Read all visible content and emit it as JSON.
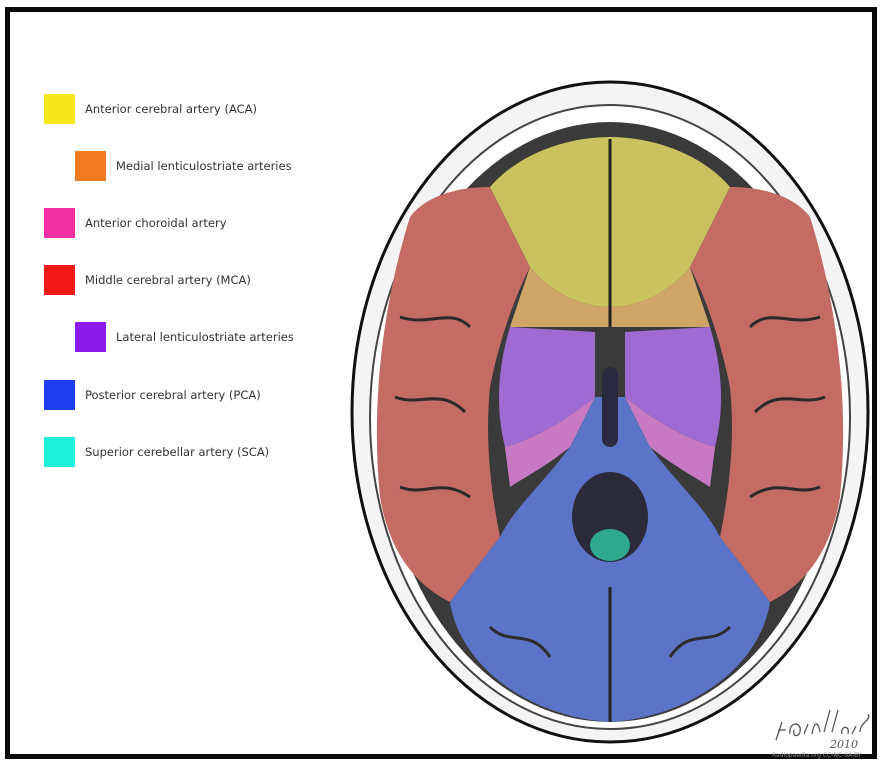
{
  "legend": {
    "items": [
      {
        "label": "Anterior cerebral artery (ACA)",
        "color": "#f7e61b"
      },
      {
        "label": "Medial lenticulostriate arteries",
        "color": "#f47a1f"
      },
      {
        "label": "Anterior choroidal artery",
        "color": "#f22fa4"
      },
      {
        "label": "Middle cerebral artery (MCA)",
        "color": "#f31919"
      },
      {
        "label": "Lateral lenticulostriate arteries",
        "color": "#8a19ec"
      },
      {
        "label": "Posterior cerebral artery (PCA)",
        "color": "#1f3ff0"
      },
      {
        "label": "Superior cerebellar artery (SCA)",
        "color": "#1ff0d9"
      }
    ]
  },
  "signature": {
    "name": "F Gaillard",
    "year": "2010"
  },
  "credit": "Radiopaedia.org CC-NC-SA-BY",
  "regions": {
    "aca": "#c9c25e",
    "mca": "#c46b63",
    "pca": "#5c74c7",
    "lenticulostriate_lateral": "#a06ad3",
    "lenticulostriate_medial": "#cfa568",
    "choroidal": "#c77ac3",
    "sca": "#2ea88f"
  }
}
